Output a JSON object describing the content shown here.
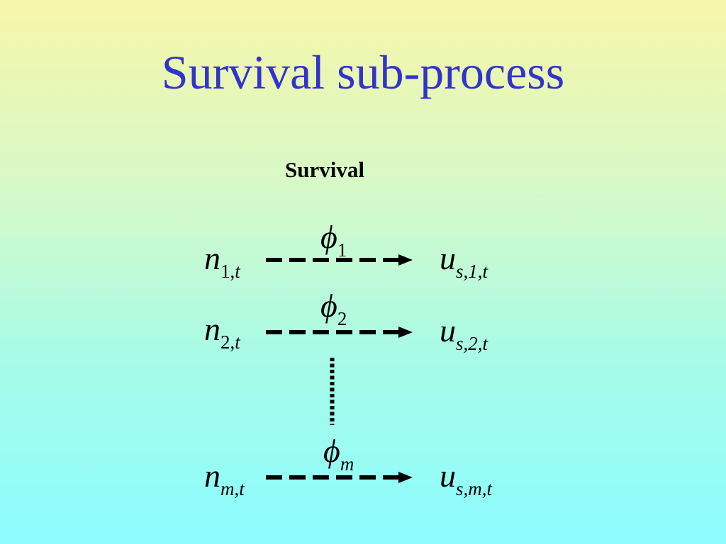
{
  "slide": {
    "title": "Survival sub-process",
    "subheading": "Survival"
  },
  "rows": [
    {
      "n_base": "n",
      "n_sub_a": "1",
      "n_sub_sep": ",",
      "n_sub_b": "t",
      "phi_base": "ϕ",
      "phi_sub": "1",
      "u_base": "u",
      "u_sub": "s,1,t"
    },
    {
      "n_base": "n",
      "n_sub_a": "2",
      "n_sub_sep": ",",
      "n_sub_b": "t",
      "phi_base": "ϕ",
      "phi_sub": "2",
      "u_base": "u",
      "u_sub": "s,2,t"
    },
    {
      "n_base": "n",
      "n_sub_a": "m",
      "n_sub_sep": ",",
      "n_sub_b": "t",
      "phi_base": "ϕ",
      "phi_sub": "m",
      "u_base": "u",
      "u_sub": "s,m,t"
    }
  ],
  "colors": {
    "title": "#3333cc",
    "ink": "#000000"
  }
}
